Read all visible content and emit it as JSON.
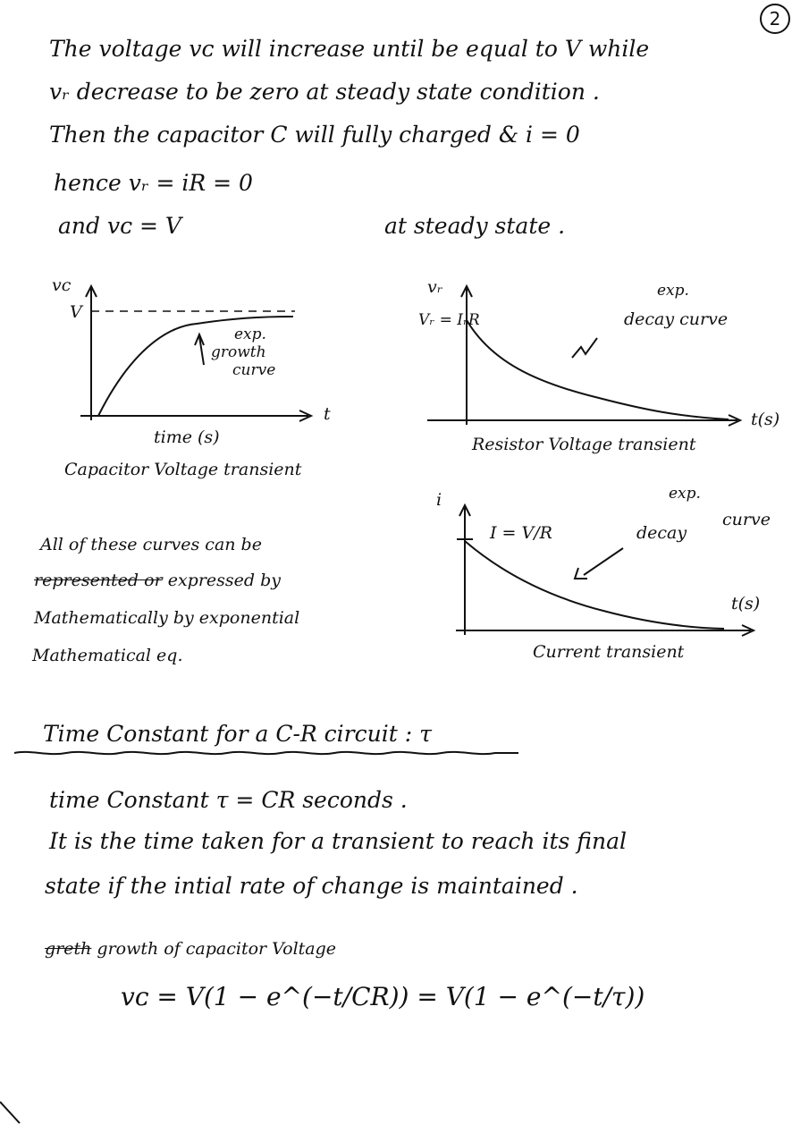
{
  "page_number": "2",
  "intro_lines": [
    "The voltage vᴄ will increase until be equal to V while",
    "vᵣ decrease to be zero at steady state condition .",
    "Then the capacitor C will fully charged & i = 0",
    "hence  vᵣ = iR = 0",
    "and    vᴄ = V"
  ],
  "steady_state_note": "at steady state .",
  "graph1": {
    "y_label": "vc",
    "y_tick": "V",
    "x_label": "t",
    "x_axis_caption": "time (s)",
    "annotation_lines": [
      "exp.",
      "growth",
      "curve"
    ],
    "caption": "Capacitor Voltage transient"
  },
  "graph2": {
    "y_label": "vᵣ",
    "y_tick": "Vᵣ = IᵣR",
    "x_label": "t(s)",
    "annotation_lines": [
      "exp.",
      "decay curve"
    ],
    "caption": "Resistor Voltage transient"
  },
  "graph3": {
    "y_label": "i",
    "y_tick": "I = V/R",
    "x_label": "t(s)",
    "annotation_lines": [
      "exp.",
      "decay",
      "curve"
    ],
    "caption": "Current transient"
  },
  "curves_note": {
    "line1": "All of these curves can be",
    "line2_struck": "represented or",
    "line2_rest": "expressed by",
    "line3": "Mathematically by exponential",
    "line4": "Mathematical eq."
  },
  "section_heading": "Time Constant for a C-R circuit : τ",
  "time_constant_lines": [
    "time Constant  τ = CR  seconds .",
    "It is the time taken for a transient to reach its final",
    "state if the intial rate of change is maintained ."
  ],
  "growth": {
    "struck_word": "greth",
    "label": "growth of capacitor Voltage",
    "equation": "vᴄ = V(1 − e^(−t/CR)) = V(1 − e^(−t/τ))"
  }
}
